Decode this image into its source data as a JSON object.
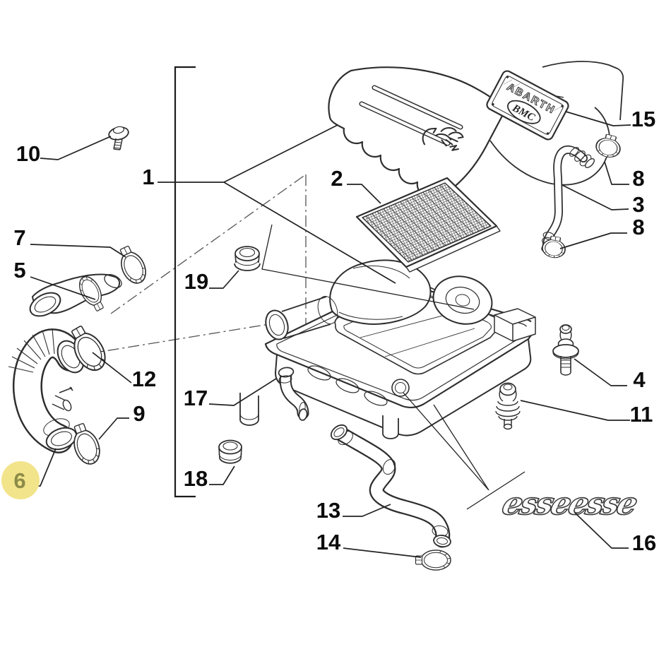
{
  "diagram": {
    "kind": "exploded-parts-diagram",
    "subject": "air cleaner / intake assembly",
    "colors": {
      "background": "#ffffff",
      "line": "#2e2e2e",
      "leader": "#222222",
      "label": "#0c0c0c",
      "centerline": "#555555",
      "highlight_circle": "#f2e48a",
      "highlight_text": "#8d8b49"
    },
    "plate": {
      "brand": "ABARTH",
      "logo": "BMC"
    },
    "badge": {
      "script": "esseesse"
    },
    "highlighted_callout": "6",
    "callouts": [
      {
        "id": "10",
        "text": "10"
      },
      {
        "id": "1",
        "text": "1"
      },
      {
        "id": "2",
        "text": "2"
      },
      {
        "id": "15",
        "text": "15"
      },
      {
        "id": "8a",
        "text": "8"
      },
      {
        "id": "3",
        "text": "3"
      },
      {
        "id": "8b",
        "text": "8"
      },
      {
        "id": "7",
        "text": "7"
      },
      {
        "id": "5",
        "text": "5"
      },
      {
        "id": "19",
        "text": "19"
      },
      {
        "id": "12",
        "text": "12"
      },
      {
        "id": "17",
        "text": "17"
      },
      {
        "id": "9",
        "text": "9"
      },
      {
        "id": "4",
        "text": "4"
      },
      {
        "id": "11",
        "text": "11"
      },
      {
        "id": "6",
        "text": "6"
      },
      {
        "id": "18",
        "text": "18"
      },
      {
        "id": "13",
        "text": "13"
      },
      {
        "id": "14",
        "text": "14"
      },
      {
        "id": "16",
        "text": "16"
      }
    ]
  }
}
